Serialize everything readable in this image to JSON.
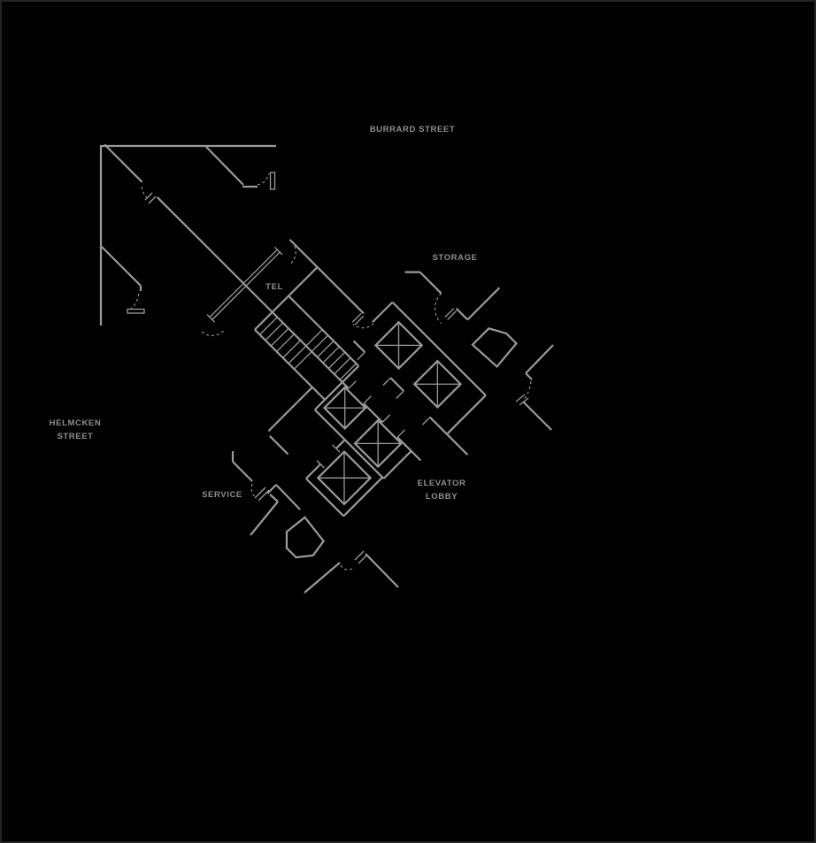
{
  "meta": {
    "drawing_type": "architectural floor plan",
    "content": "building core floor plan with stair, telephone room, storage, service area and five elevators",
    "orientation": "core rotated 45 degrees"
  },
  "labels": {
    "burrard_street": "BURRARD STREET",
    "storage": "STORAGE",
    "tel": "TEL",
    "helmcken_line1": "HELMCKEN",
    "helmcken_line2": "STREET",
    "service": "SERVICE",
    "elevator_lobby_line1": "ELEVATOR",
    "elevator_lobby_line2": "LOBBY"
  },
  "colors": {
    "background": "#000000",
    "wall_line": "#9a9a9a",
    "label_text": "#8f8f8f",
    "frame_border": "#232323"
  },
  "elements": {
    "elevator_count": 5,
    "stair_flights": 2,
    "streets": [
      "BURRARD STREET",
      "HELMCKEN STREET"
    ]
  }
}
